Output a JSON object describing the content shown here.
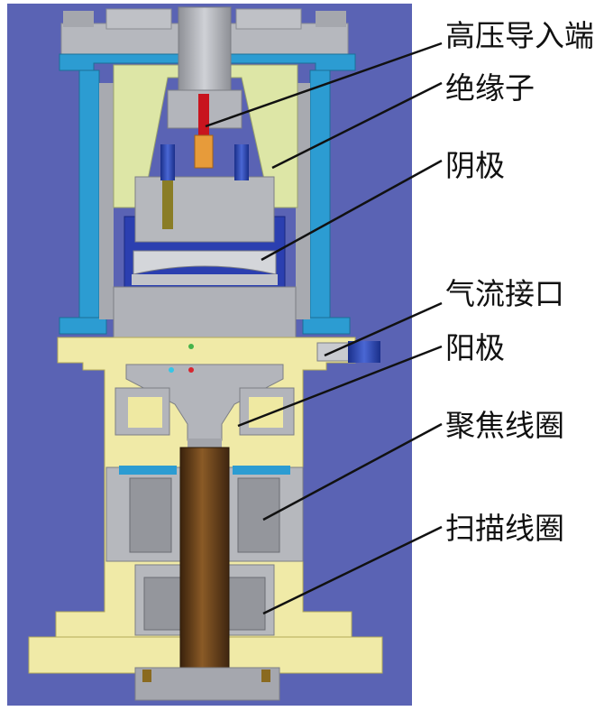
{
  "labels": {
    "hv_feedthrough": "高压导入端",
    "insulator": "绝缘子",
    "cathode": "阴极",
    "gas_port": "气流接口",
    "anode": "阳极",
    "focus_coil": "聚焦线圈",
    "scan_coil": "扫描线圈"
  },
  "colors": {
    "background_panel": "#5a63b4",
    "housing_blue": "#2c9cd2",
    "insulator_green": "#dde6a6",
    "steel_gray": "#b7b9be",
    "lower_housing_yellow": "#f0eaa7",
    "beam_tube_brown": "#5c3a18",
    "hv_red": "#c8141e",
    "connector_blue": "#1f3aa8",
    "leader_line": "#111111"
  }
}
